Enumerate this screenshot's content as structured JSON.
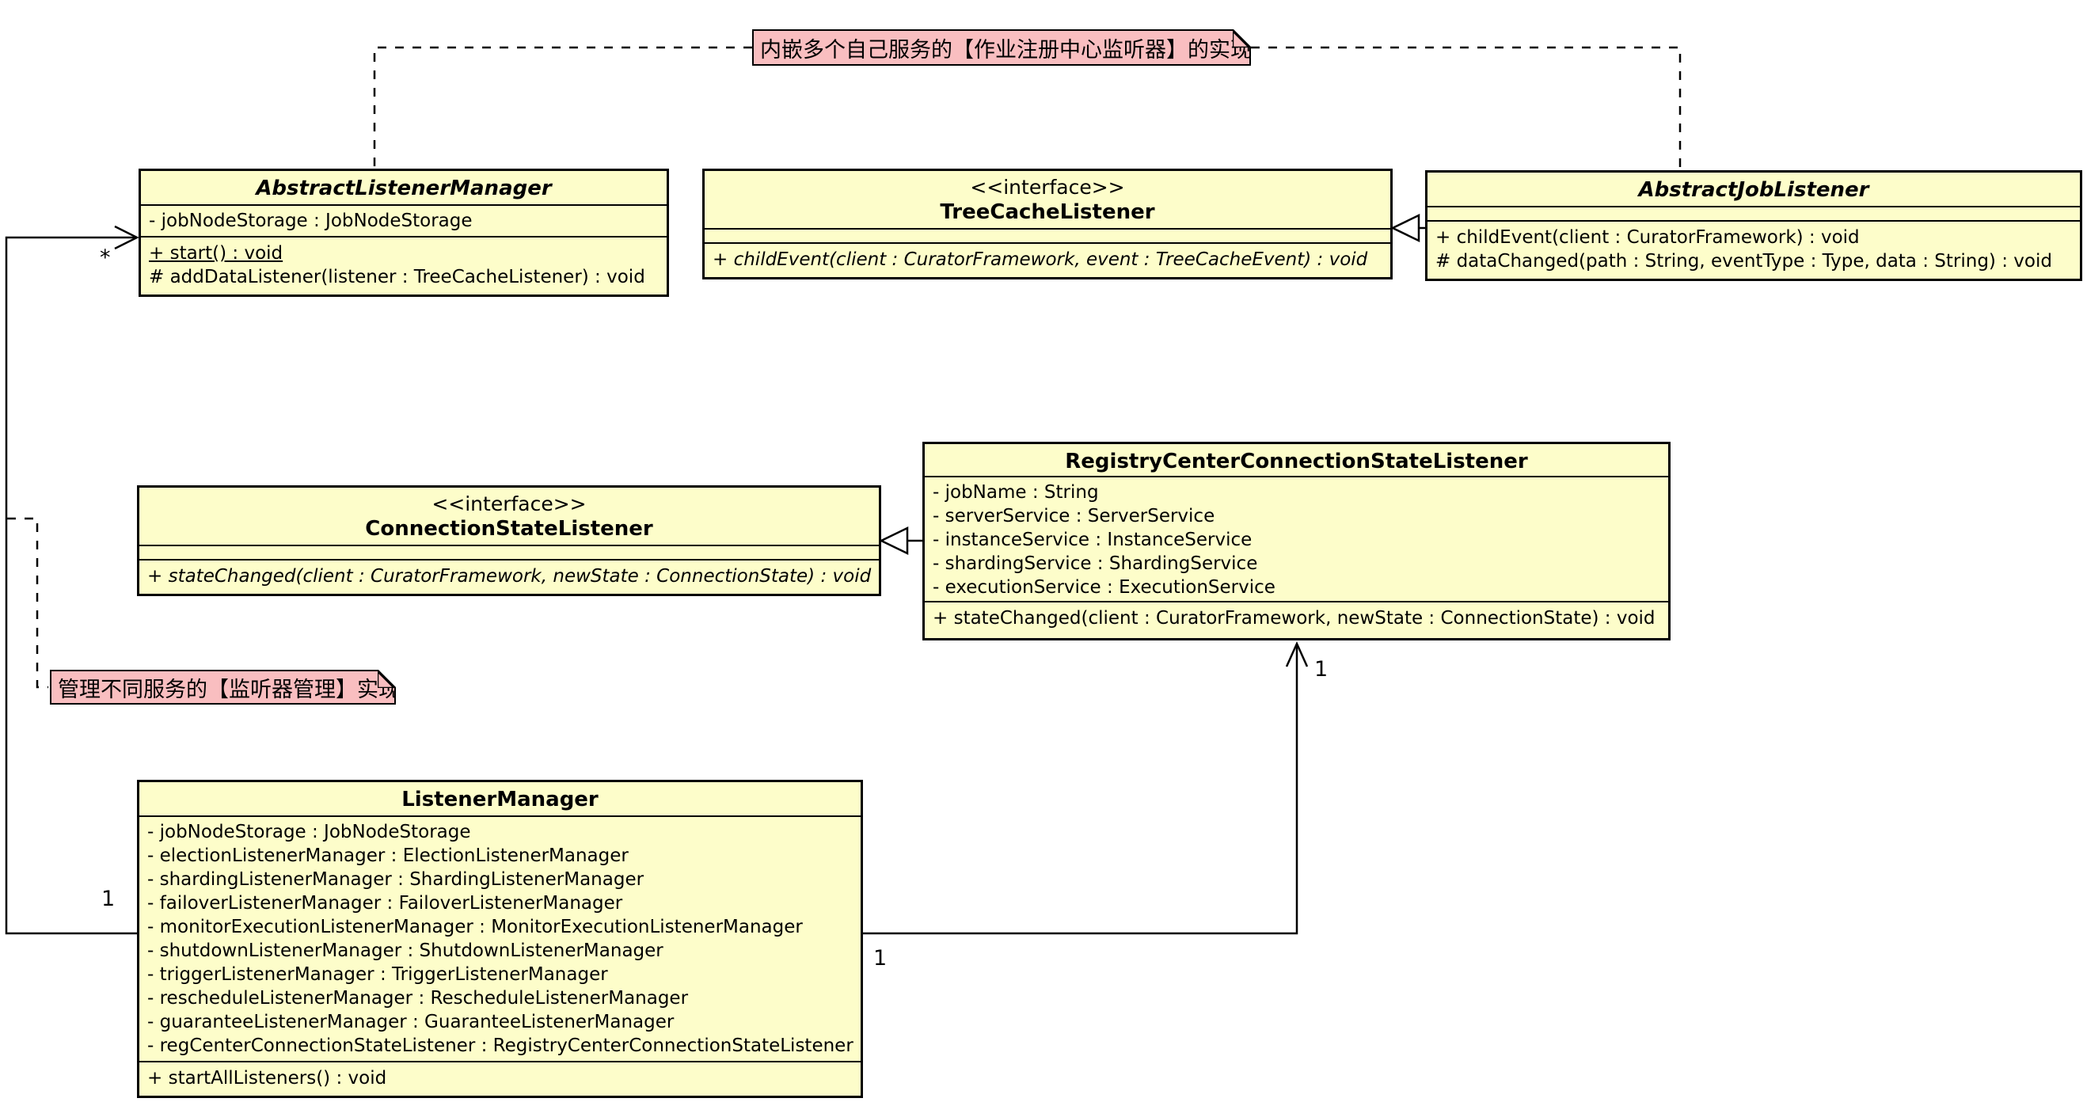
{
  "diagram": {
    "notes": [
      {
        "text": "内嵌多个自己服务的【作业注册中心监听器】的实现"
      },
      {
        "text": "管理不同服务的【监听器管理】实现"
      }
    ],
    "classes": [
      {
        "name": "AbstractListenerManager",
        "attributes": [
          "- jobNodeStorage : JobNodeStorage"
        ],
        "methods": [
          "+ start() : void",
          "# addDataListener(listener : TreeCacheListener) : void"
        ]
      },
      {
        "stereotype": "<<interface>>",
        "name": "TreeCacheListener",
        "attributes": [],
        "methods": [
          "+ childEvent(client : CuratorFramework, event : TreeCacheEvent) : void"
        ]
      },
      {
        "name": "AbstractJobListener",
        "attributes": [],
        "methods": [
          "+ childEvent(client : CuratorFramework) : void",
          "# dataChanged(path : String, eventType : Type, data : String) : void"
        ]
      },
      {
        "name": "RegistryCenterConnectionStateListener",
        "attributes": [
          "- jobName : String",
          "- serverService : ServerService",
          "- instanceService : InstanceService",
          "- shardingService : ShardingService",
          "- executionService : ExecutionService"
        ],
        "methods": [
          "+ stateChanged(client : CuratorFramework, newState : ConnectionState) : void"
        ]
      },
      {
        "stereotype": "<<interface>>",
        "name": "ConnectionStateListener",
        "attributes": [],
        "methods": [
          "+ stateChanged(client : CuratorFramework, newState : ConnectionState) : void"
        ]
      },
      {
        "name": "ListenerManager",
        "attributes": [
          "- jobNodeStorage : JobNodeStorage",
          "- electionListenerManager : ElectionListenerManager",
          "- shardingListenerManager : ShardingListenerManager",
          "- failoverListenerManager : FailoverListenerManager",
          "- monitorExecutionListenerManager : MonitorExecutionListenerManager",
          "- shutdownListenerManager : ShutdownListenerManager",
          "- triggerListenerManager : TriggerListenerManager",
          "- rescheduleListenerManager : RescheduleListenerManager",
          "- guaranteeListenerManager : GuaranteeListenerManager",
          "- regCenterConnectionStateListener : RegistryCenterConnectionStateListener"
        ],
        "methods": [
          "+ startAllListeners() : void"
        ]
      }
    ],
    "multiplicities": {
      "abstract_listener_manager_end": "*",
      "listener_manager_left_end": "1",
      "listener_manager_right_end": "1",
      "registry_center_end": "1"
    },
    "colors": {
      "class_fill": "#FDFDCA",
      "note_fill": "#F9BEC0",
      "line": "#000000"
    }
  }
}
